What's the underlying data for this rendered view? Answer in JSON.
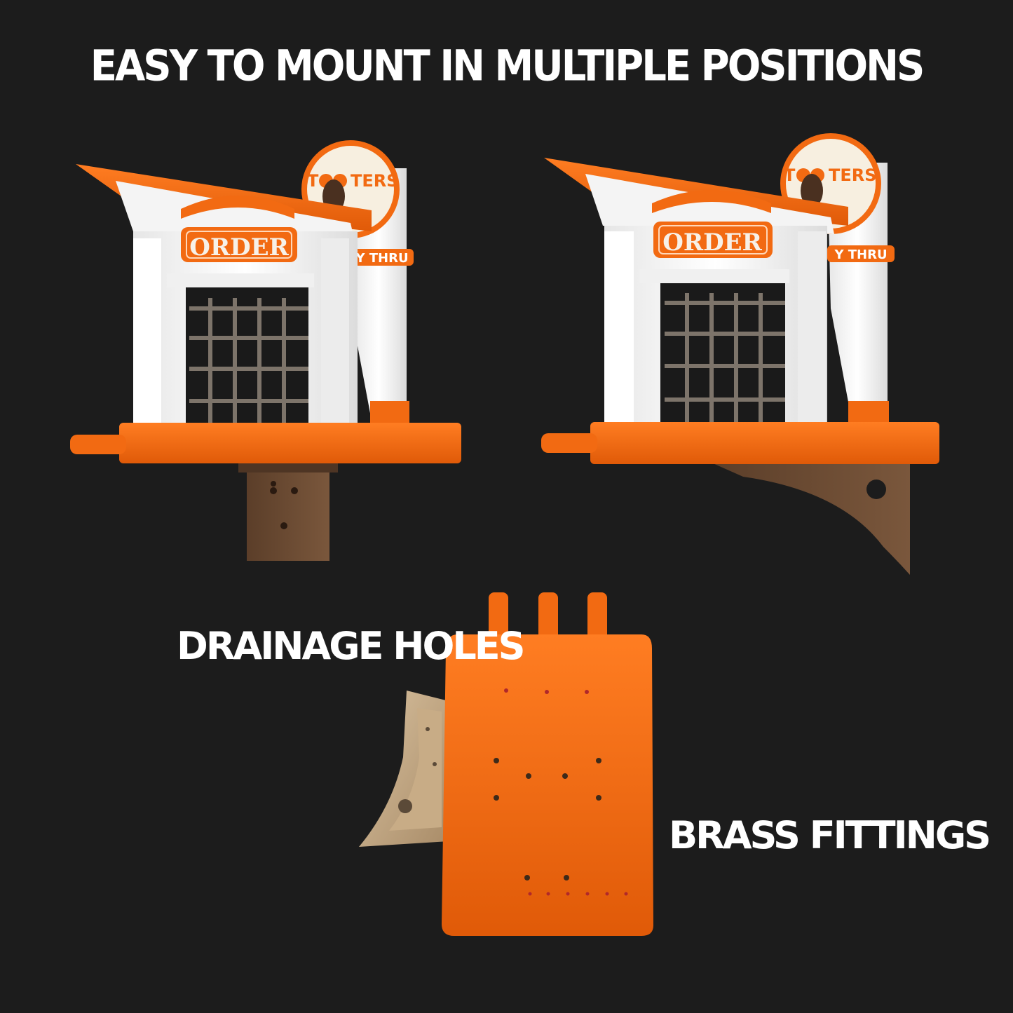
{
  "headline": "EASY TO MOUNT IN MULTIPLE POSITIONS",
  "labels": {
    "drainage": "DRAINAGE HOLES",
    "brass": "BRASS FITTINGS"
  },
  "feeder": {
    "order_sign": "ORDER",
    "logo_text_left": "T",
    "logo_text_right": "TERS",
    "side_sign": "Y THRU"
  },
  "colors": {
    "background": "#1c1c1c",
    "orange": "#f26a12",
    "white": "#f2f2f2",
    "bracket": "#6a4a32"
  }
}
